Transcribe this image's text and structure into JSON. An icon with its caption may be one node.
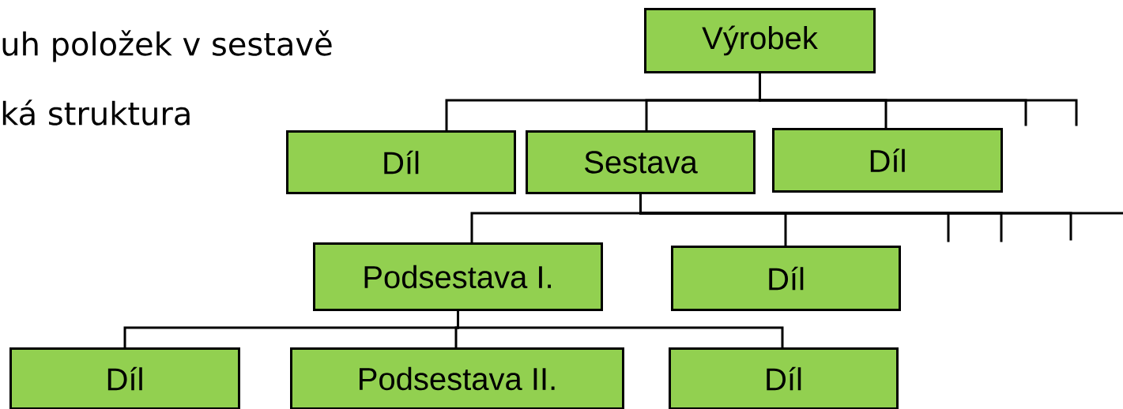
{
  "diagram": {
    "nodes": [
      {
        "text": [
          "Výrobek"
        ]
      },
      {
        "text": [
          "Díl"
        ]
      },
      {
        "text": [
          "Sestava"
        ]
      },
      {
        "text": [
          "Díl"
        ]
      },
      {
        "text": [
          "Podsestava I."
        ]
      },
      {
        "text": [
          "Díl"
        ]
      },
      {
        "text": [
          "Díl"
        ]
      },
      {
        "text": [
          "Podsestava II."
        ]
      },
      {
        "text": [
          "Díl"
        ]
      }
    ],
    "edges": [
      {
        "from": 0,
        "to": 1,
        "arrow": "none"
      },
      {
        "from": 0,
        "to": 2,
        "arrow": "none"
      },
      {
        "from": 0,
        "to": 3,
        "arrow": "none"
      },
      {
        "from": 0,
        "to": null,
        "arrow": "none"
      },
      {
        "from": 0,
        "to": null,
        "arrow": "none"
      },
      {
        "from": 2,
        "to": 4,
        "arrow": "none"
      },
      {
        "from": 2,
        "to": 5,
        "arrow": "none"
      },
      {
        "from": 2,
        "to": null,
        "arrow": "none"
      },
      {
        "from": 2,
        "to": null,
        "arrow": "none"
      },
      {
        "from": 2,
        "to": null,
        "arrow": "none"
      },
      {
        "from": 2,
        "to": null,
        "arrow": "none"
      },
      {
        "from": 4,
        "to": 6,
        "arrow": "none"
      },
      {
        "from": 4,
        "to": 7,
        "arrow": "none"
      },
      {
        "from": 4,
        "to": 8,
        "arrow": "none"
      }
    ],
    "labels": [
      "uh položek v sestavě",
      "ká struktura"
    ]
  }
}
